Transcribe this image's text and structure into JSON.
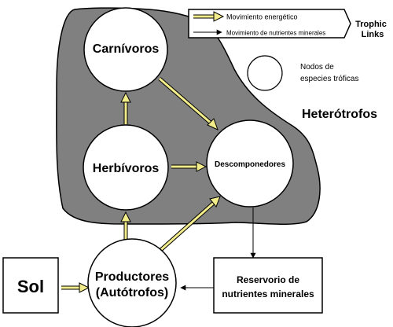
{
  "legend": {
    "energy_flow": "Movimiento energético",
    "nutrient_flow": "Movimiento de nutrientes minerales",
    "bracket_label_line1": "Trophic",
    "bracket_label_line2": "Links",
    "node_key_line1": "Nodos de",
    "node_key_line2": "especies tróficas"
  },
  "region": {
    "label": "Heterótrofos",
    "fill": "#808080"
  },
  "nodes": {
    "carnivores": "Carnívoros",
    "herbivores": "Herbívoros",
    "decomposers": "Descomponedores",
    "producers_line1": "Productores",
    "producers_line2": "(Autótrofos)"
  },
  "boxes": {
    "sun": "Sol",
    "reservoir_line1": "Reservorio de",
    "reservoir_line2": "nutrientes minerales"
  },
  "colors": {
    "energy_arrow": "#f2ec8a",
    "outline": "#000000"
  }
}
